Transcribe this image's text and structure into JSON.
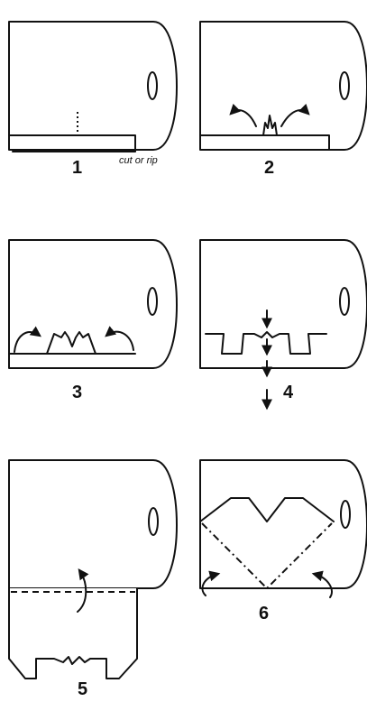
{
  "steps": [
    {
      "number": "1",
      "note": "cut or rip"
    },
    {
      "number": "2"
    },
    {
      "number": "3"
    },
    {
      "number": "4"
    },
    {
      "number": "5"
    },
    {
      "number": "6"
    }
  ],
  "colors": {
    "ink": "#111111",
    "paper": "#ffffff"
  }
}
